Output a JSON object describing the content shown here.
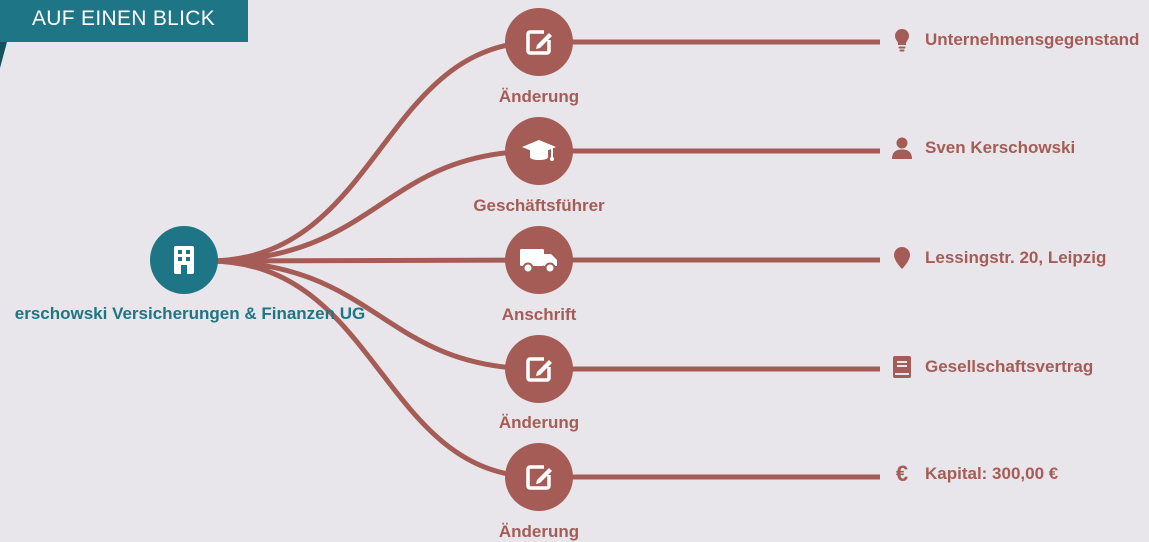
{
  "banner": {
    "title": "AUF EINEN BLICK"
  },
  "colors": {
    "accent": "#a65c56",
    "teal": "#1e7585",
    "background": "#e8e6ea"
  },
  "root": {
    "label": "erschowski Versicherungen & Finanzen UG",
    "icon": "building-icon"
  },
  "branches": [
    {
      "label": "Änderung",
      "icon": "edit-icon",
      "leaf": {
        "label": "Unternehmensgegenstand",
        "icon": "lightbulb-icon"
      }
    },
    {
      "label": "Geschäftsführer",
      "icon": "graduation-cap-icon",
      "leaf": {
        "label": "Sven Kerschowski",
        "icon": "user-icon"
      }
    },
    {
      "label": "Anschrift",
      "icon": "truck-icon",
      "leaf": {
        "label": "Lessingstr. 20, Leipzig",
        "icon": "map-marker-icon"
      }
    },
    {
      "label": "Änderung",
      "icon": "edit-icon",
      "leaf": {
        "label": "Gesellschaftsvertrag",
        "icon": "book-icon"
      }
    },
    {
      "label": "Änderung",
      "icon": "edit-icon",
      "leaf": {
        "label": "Kapital: 300,00 €",
        "icon": "euro-icon",
        "glyph": "€"
      }
    }
  ]
}
